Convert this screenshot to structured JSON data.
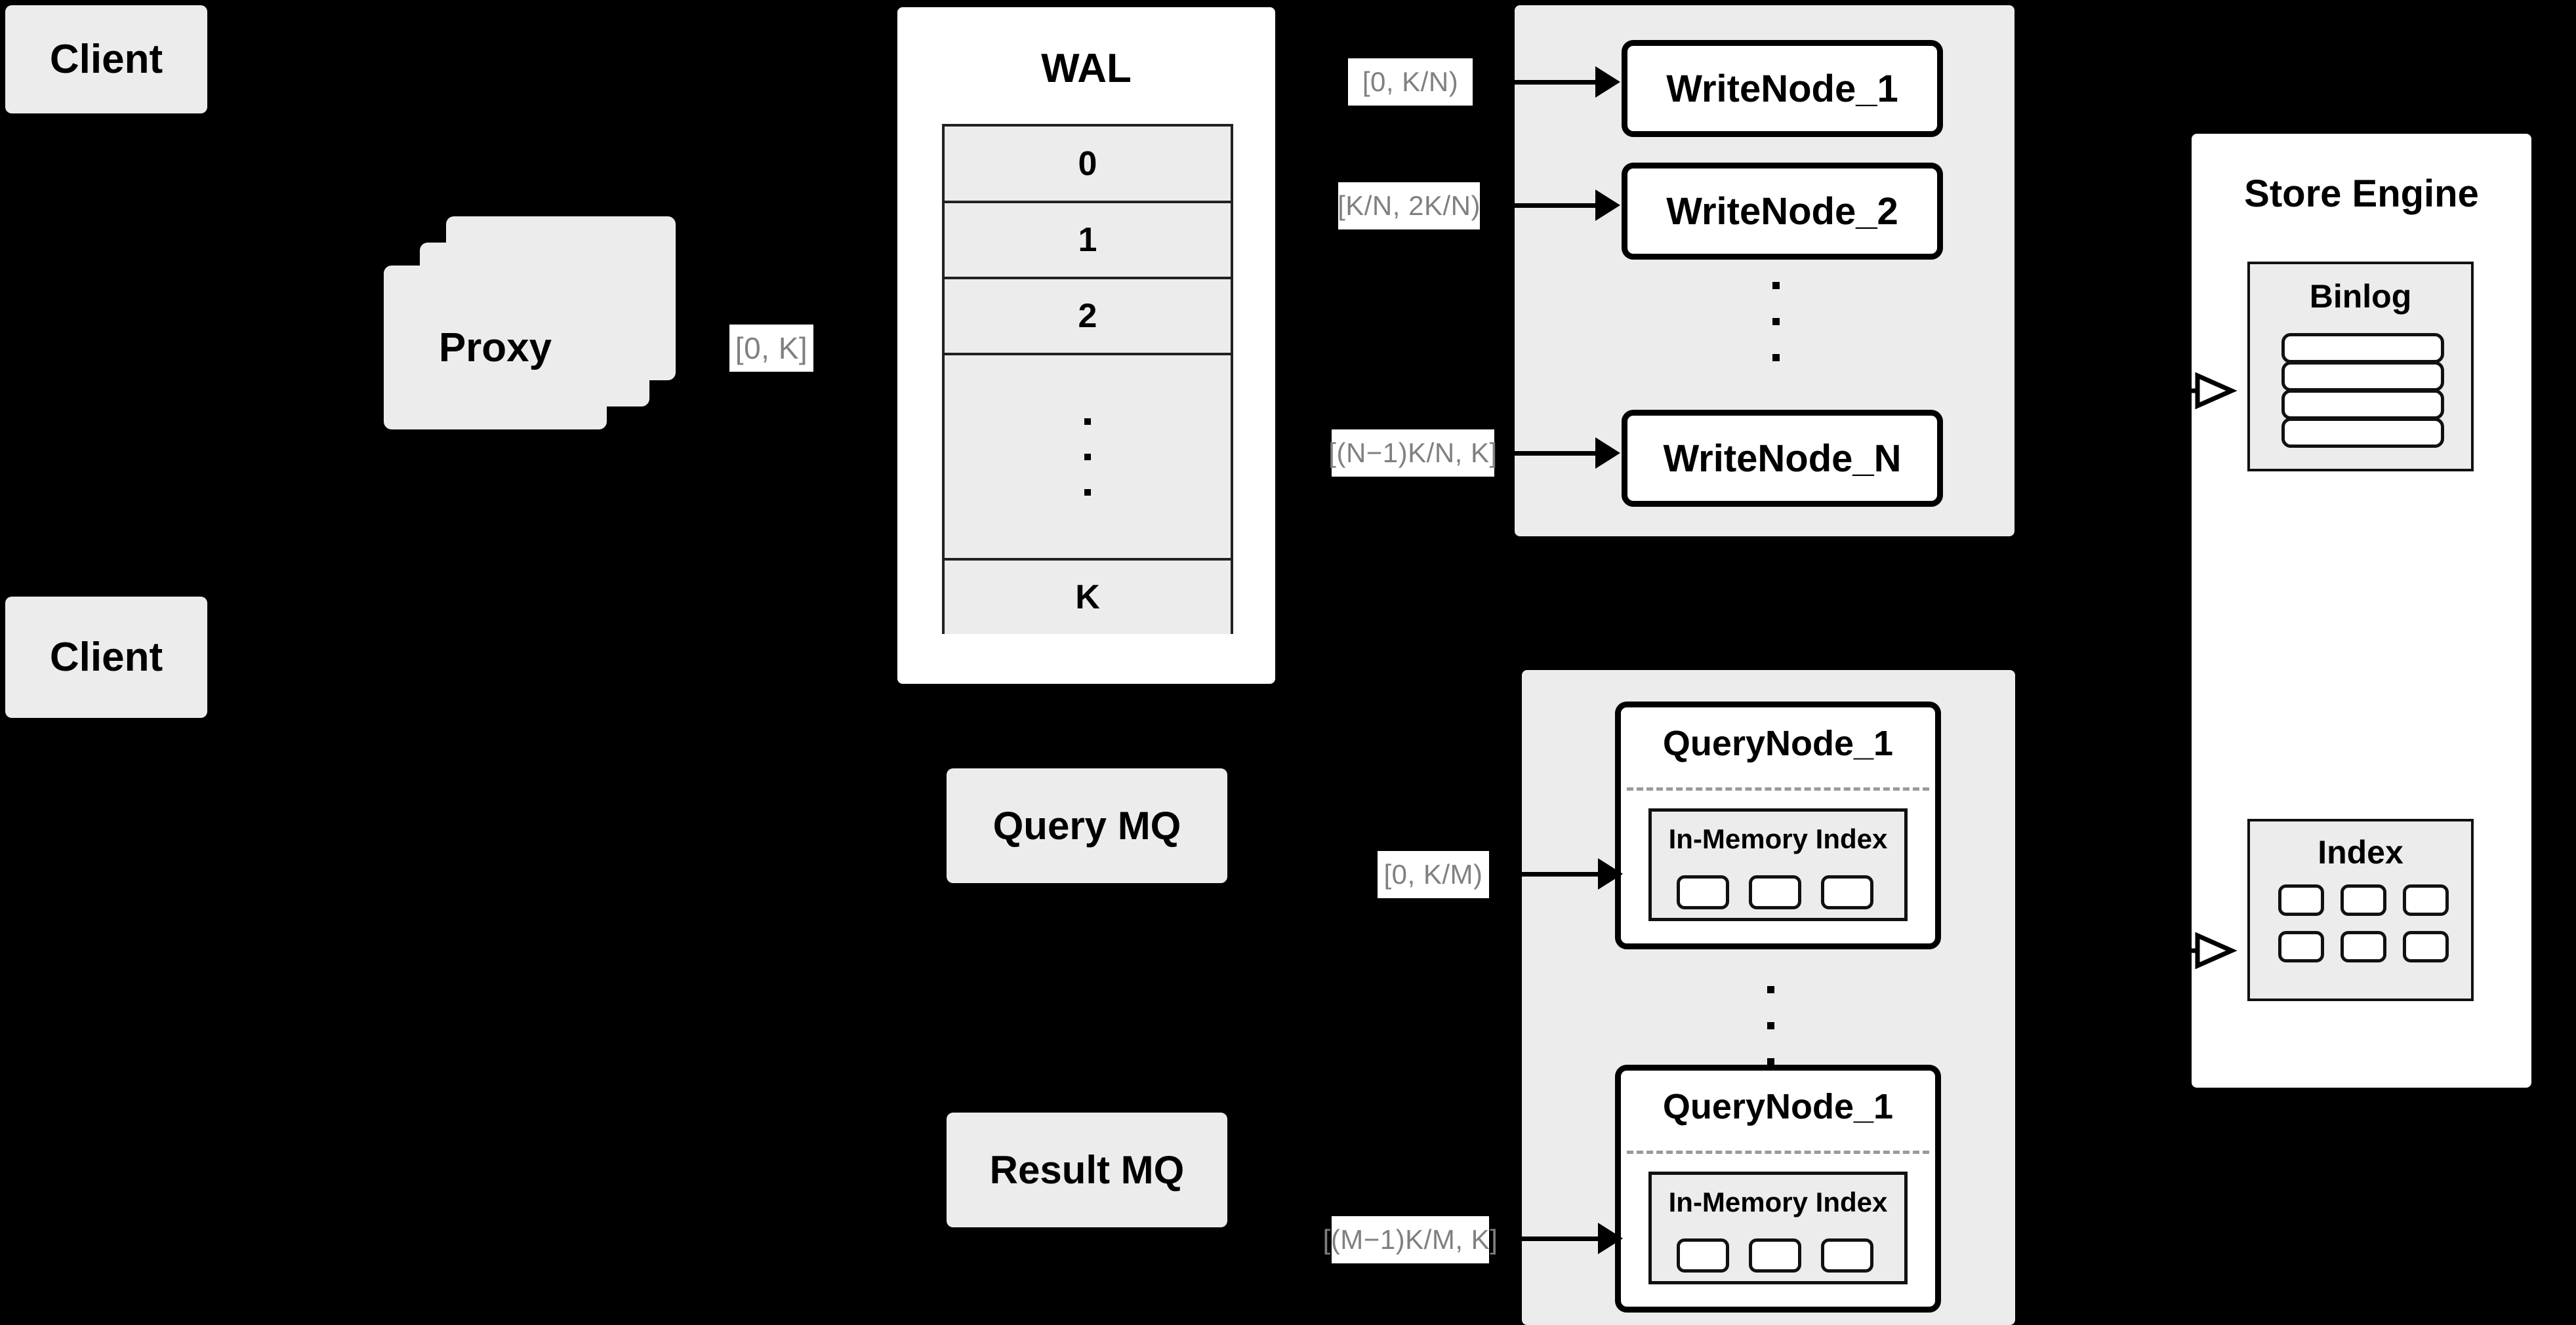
{
  "diagram": {
    "title": "Distributed Vector Database Write/Query Architecture",
    "background_color": "#000000",
    "card_fill": "#ECECEC",
    "panel_fill": "#FFFFFF",
    "border_color": "#000000",
    "label_text_color": "#808080",
    "label_fill": "#FFFFFF"
  },
  "clients": [
    {
      "label": "Client"
    },
    {
      "label": "Client"
    }
  ],
  "proxy": {
    "label": "Proxy",
    "stacked_copies": 3
  },
  "proxy_to_wal_label": "[0, K]",
  "wal": {
    "title": "WAL",
    "rows": [
      "0",
      "1",
      "2",
      "ellipsis",
      "K"
    ]
  },
  "write_nodes": {
    "nodes": [
      {
        "label": "WriteNode_1",
        "range": "[0,  K/N)"
      },
      {
        "label": "WriteNode_2",
        "range": "[K/N, 2K/N)"
      },
      {
        "label": "WriteNode_N",
        "range": "[(N−1)K/N,  K]"
      }
    ],
    "ellipsis_between": true
  },
  "query_mq": {
    "label": "Query MQ"
  },
  "result_mq": {
    "label": "Result MQ"
  },
  "query_nodes": {
    "nodes": [
      {
        "label": "QueryNode_1",
        "range": "[0, K/M)",
        "index": {
          "title": "In-Memory Index",
          "segments": 3
        }
      },
      {
        "label": "QueryNode_1",
        "range": "[(M−1)K/M, K]",
        "index": {
          "title": "In-Memory Index",
          "segments": 3
        }
      }
    ],
    "ellipsis_between": true
  },
  "store_engine": {
    "title": "Store Engine",
    "binlog": {
      "title": "Binlog",
      "rows": 4
    },
    "index": {
      "title": "Index",
      "cells": 6,
      "columns": 3,
      "rows": 2
    }
  }
}
